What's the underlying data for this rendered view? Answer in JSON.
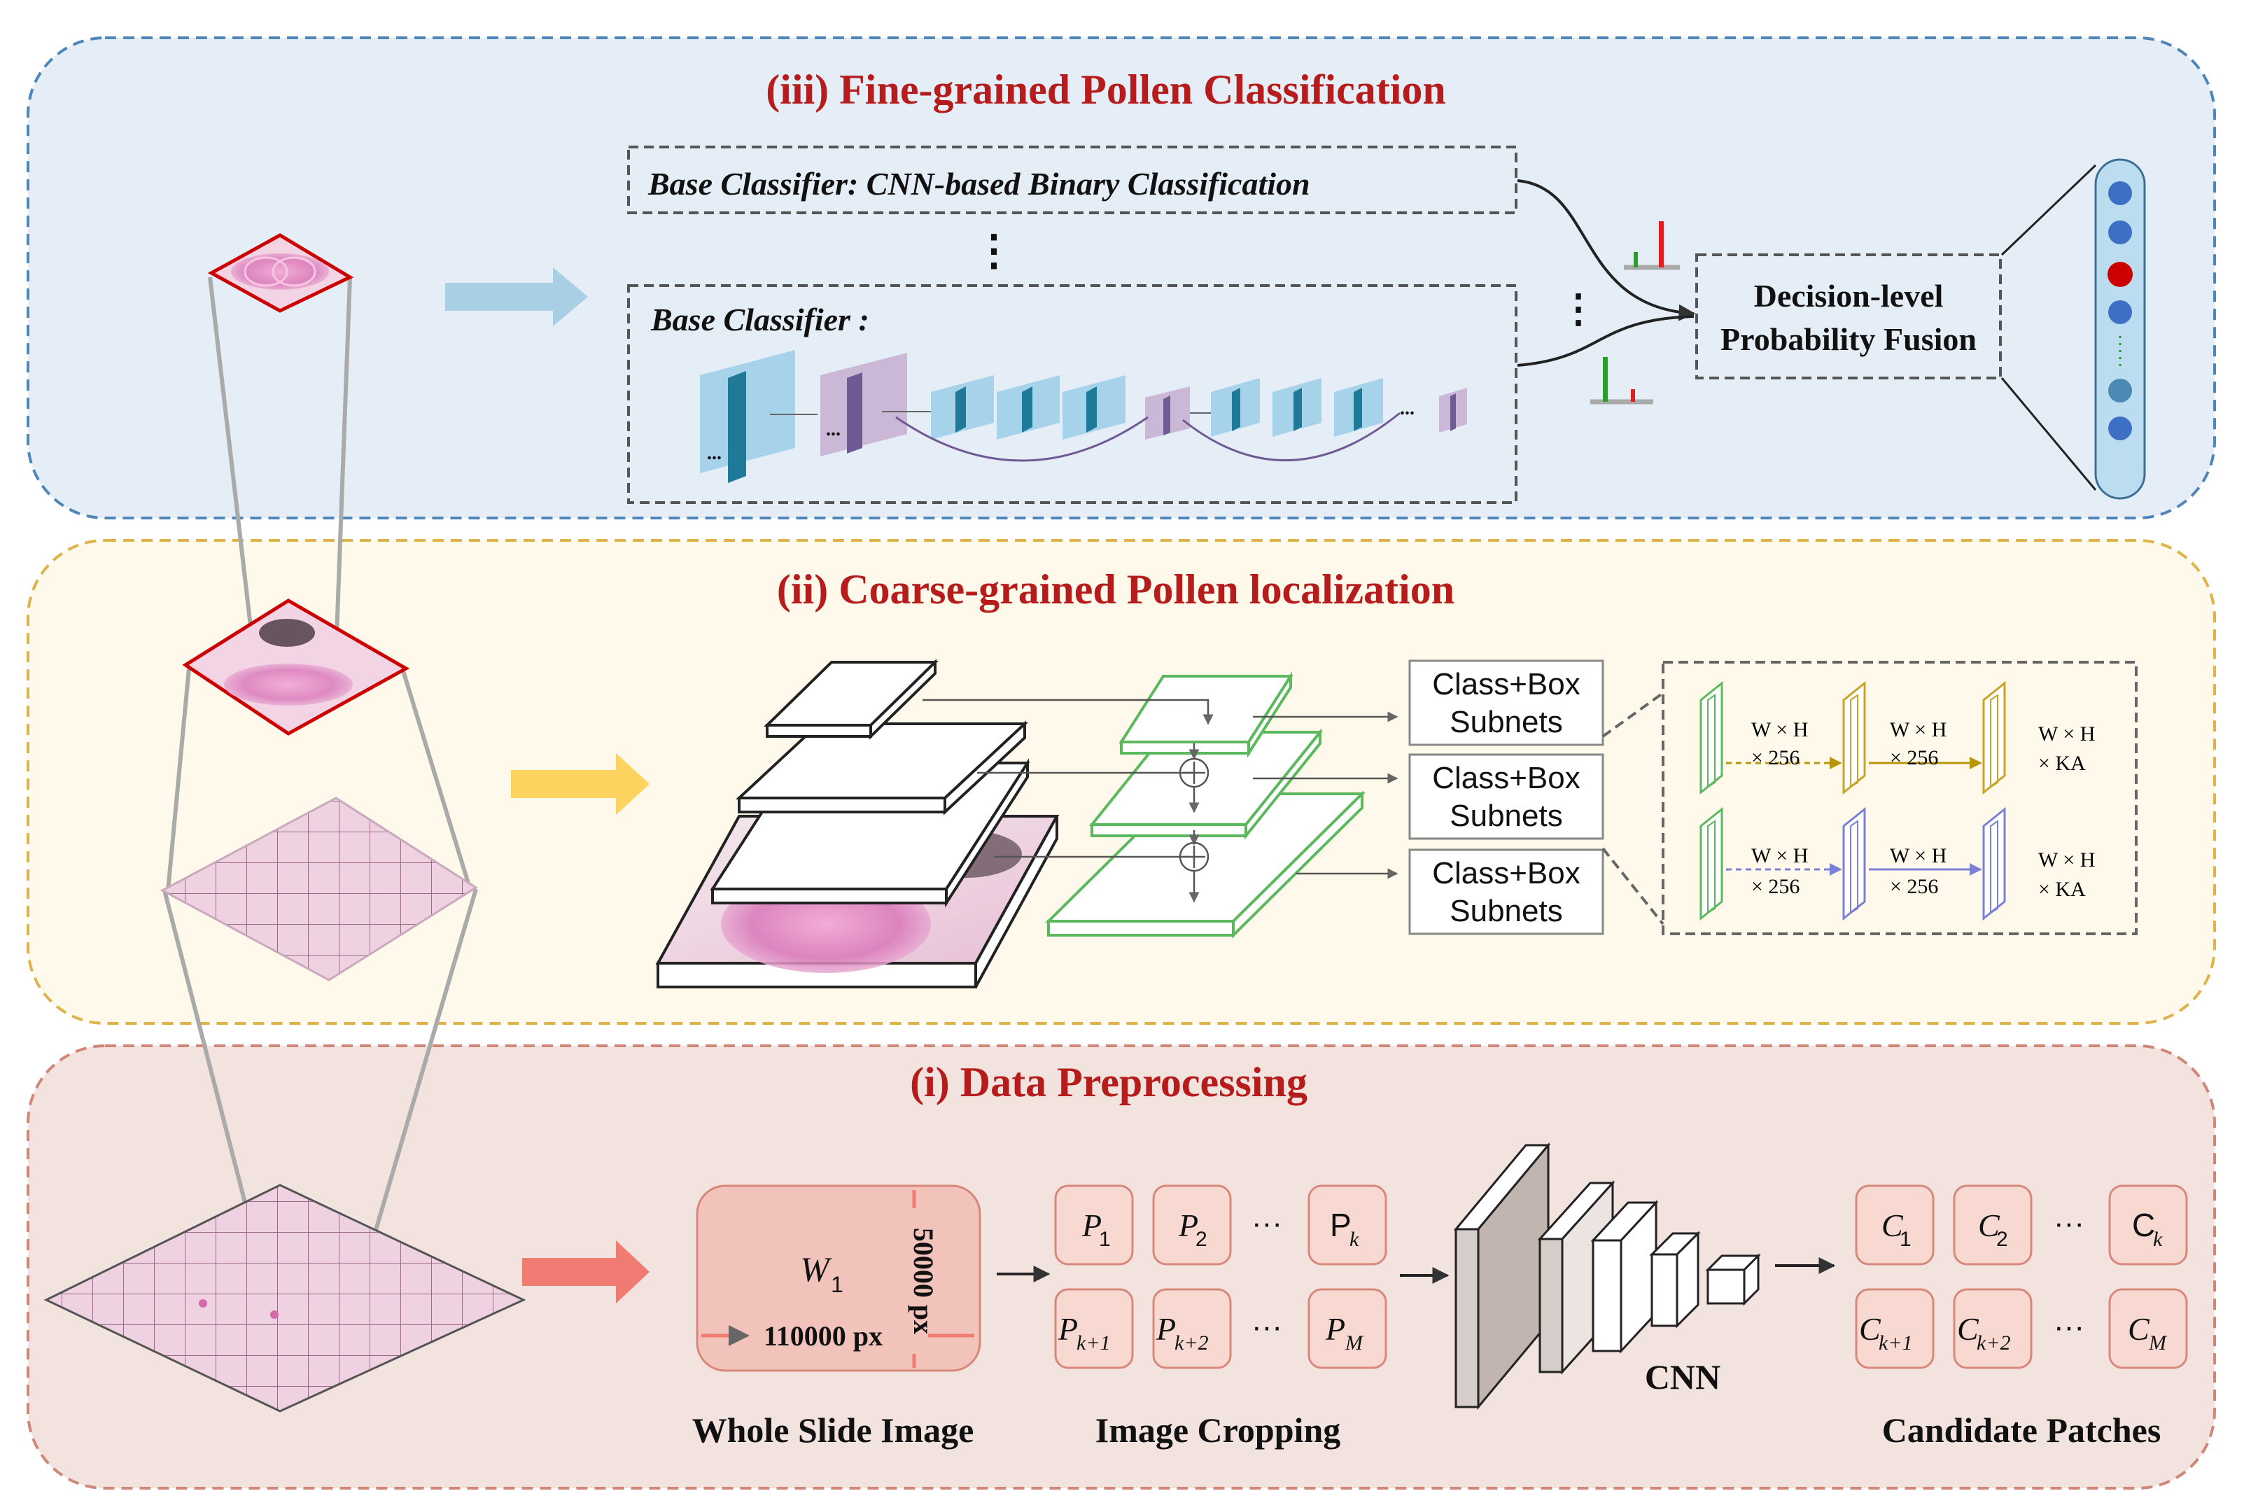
{
  "sections": {
    "fine": {
      "title": "(iii) Fine-grained Pollen Classification",
      "base1_label": "Base Classifier:  CNN-based Binary Classification",
      "base2_label": "Base Classifier :",
      "vertical_dots": "⋮",
      "layer_dots": "...",
      "fusion_line1": "Decision-level",
      "fusion_line2": "Probability Fusion",
      "color_panel": "#e5eef7",
      "color_border": "#4f86b9"
    },
    "coarse": {
      "title": "(ii) Coarse-grained Pollen localization",
      "subnet_line1": "Class+Box",
      "subnet_line2": "Subnets",
      "wh": "W × H",
      "c256": "× 256",
      "ka": "× KA",
      "color_panel": "#fef9ea",
      "color_border": "#e0b24a"
    },
    "pre": {
      "title": "(i) Data Preprocessing",
      "wsi_label": "Whole Slide Image",
      "crop_label": "Image Cropping",
      "cnn_label": "CNN",
      "candidate_label": "Candidate Patches",
      "wsi_symbol": "W",
      "wsi_sub": "1",
      "width_px": "110000 px",
      "height_px": "50000 px",
      "patches_row1": [
        "P",
        "P",
        "P"
      ],
      "patches_row1_sub": [
        "1",
        "2",
        "k"
      ],
      "patches_row2_sub": [
        "k+1",
        "k+2",
        "M"
      ],
      "cands_row1": [
        "C",
        "C",
        "C"
      ],
      "cands_row1_sub": [
        "1",
        "2",
        "k"
      ],
      "cands_row2_sub": [
        "k+1",
        "k+2",
        "M"
      ],
      "ellipsis": "···",
      "color_panel": "#f3e3df",
      "color_border": "#d08778"
    }
  }
}
